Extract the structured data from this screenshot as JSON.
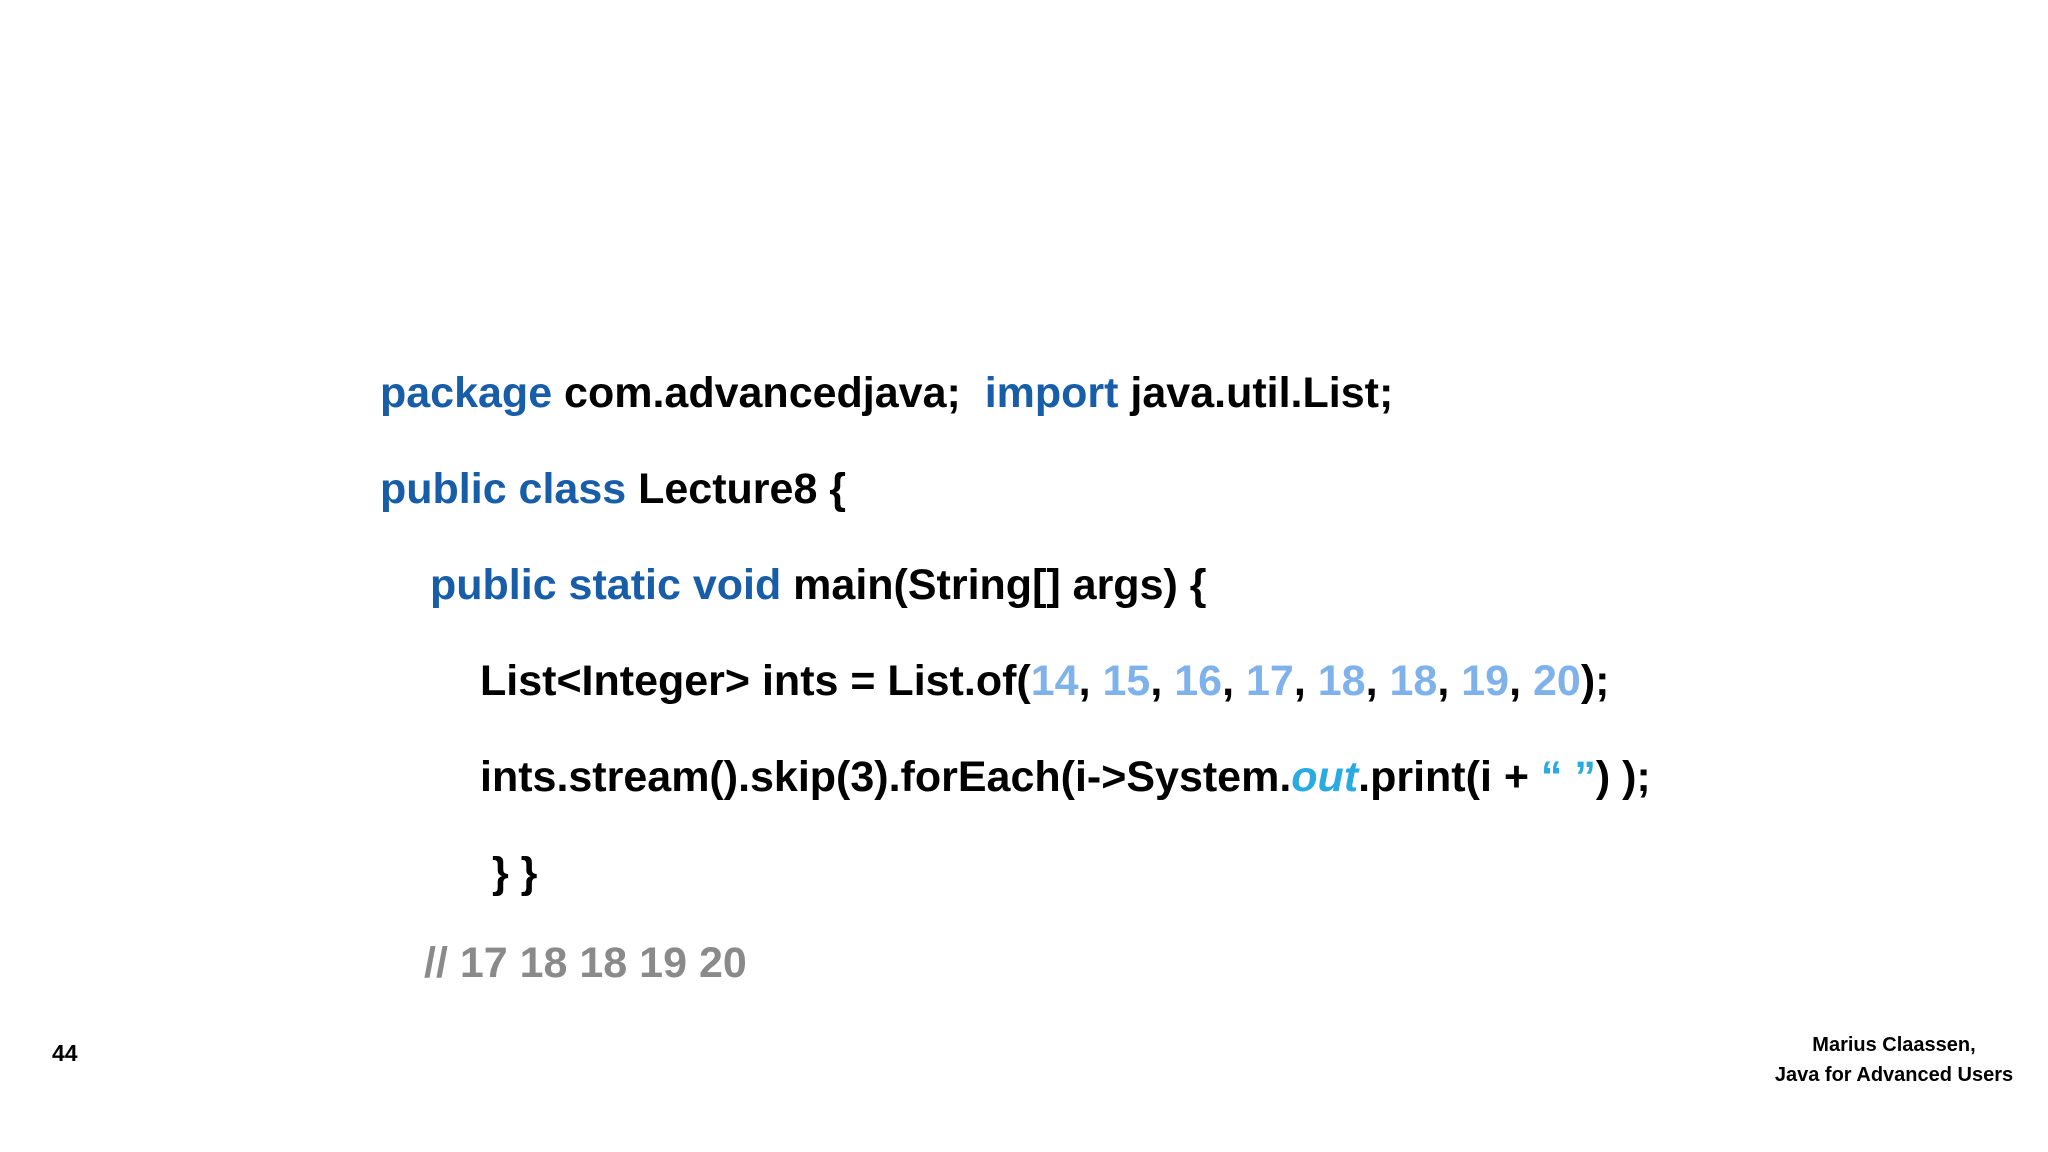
{
  "colors": {
    "background": "#ffffff",
    "keyword_blue": "#175da8",
    "number_blue": "#7fb2ea",
    "accent_cyan": "#29abe2",
    "comment_gray": "#8a8a8a",
    "code_black": "#000000"
  },
  "code": {
    "lines": [
      {
        "segments": [
          {
            "style": "keyword",
            "text": "package"
          },
          {
            "style": "plain",
            "text": " com.advancedjava;  "
          },
          {
            "style": "keyword",
            "text": "import"
          },
          {
            "style": "plain",
            "text": " java.util.List;"
          }
        ]
      },
      {
        "segments": [
          {
            "style": "keyword",
            "text": "public class"
          },
          {
            "style": "plain",
            "text": " Lecture8 {"
          }
        ]
      },
      {
        "segments": [
          {
            "style": "keyword",
            "text": "public static void"
          },
          {
            "style": "plain",
            "text": " main(String[] args) {"
          }
        ]
      },
      {
        "segments": [
          {
            "style": "plain",
            "text": "List<Integer> ints = List.of("
          },
          {
            "style": "number",
            "text": "14"
          },
          {
            "style": "plain",
            "text": ", "
          },
          {
            "style": "number",
            "text": "15"
          },
          {
            "style": "plain",
            "text": ", "
          },
          {
            "style": "number",
            "text": "16"
          },
          {
            "style": "plain",
            "text": ", "
          },
          {
            "style": "number",
            "text": "17"
          },
          {
            "style": "plain",
            "text": ", "
          },
          {
            "style": "number",
            "text": "18"
          },
          {
            "style": "plain",
            "text": ", "
          },
          {
            "style": "number",
            "text": "18"
          },
          {
            "style": "plain",
            "text": ", "
          },
          {
            "style": "number",
            "text": "19"
          },
          {
            "style": "plain",
            "text": ", "
          },
          {
            "style": "number",
            "text": "20"
          },
          {
            "style": "plain",
            "text": ");"
          }
        ]
      },
      {
        "segments": [
          {
            "style": "plain",
            "text": "ints.stream().skip(3).forEach(i->System."
          },
          {
            "style": "field",
            "text": "out"
          },
          {
            "style": "plain",
            "text": ".print(i + "
          },
          {
            "style": "string",
            "text": "“ ”"
          },
          {
            "style": "plain",
            "text": ") );"
          }
        ]
      },
      {
        "segments": [
          {
            "style": "plain",
            "text": "} }"
          }
        ]
      },
      {
        "segments": [
          {
            "style": "comment",
            "text": "// 17 18 18 19 20"
          }
        ]
      }
    ]
  },
  "footer": {
    "page_number": "44",
    "credit_line1": "Marius Claassen,",
    "credit_line2": "Java for Advanced Users"
  }
}
